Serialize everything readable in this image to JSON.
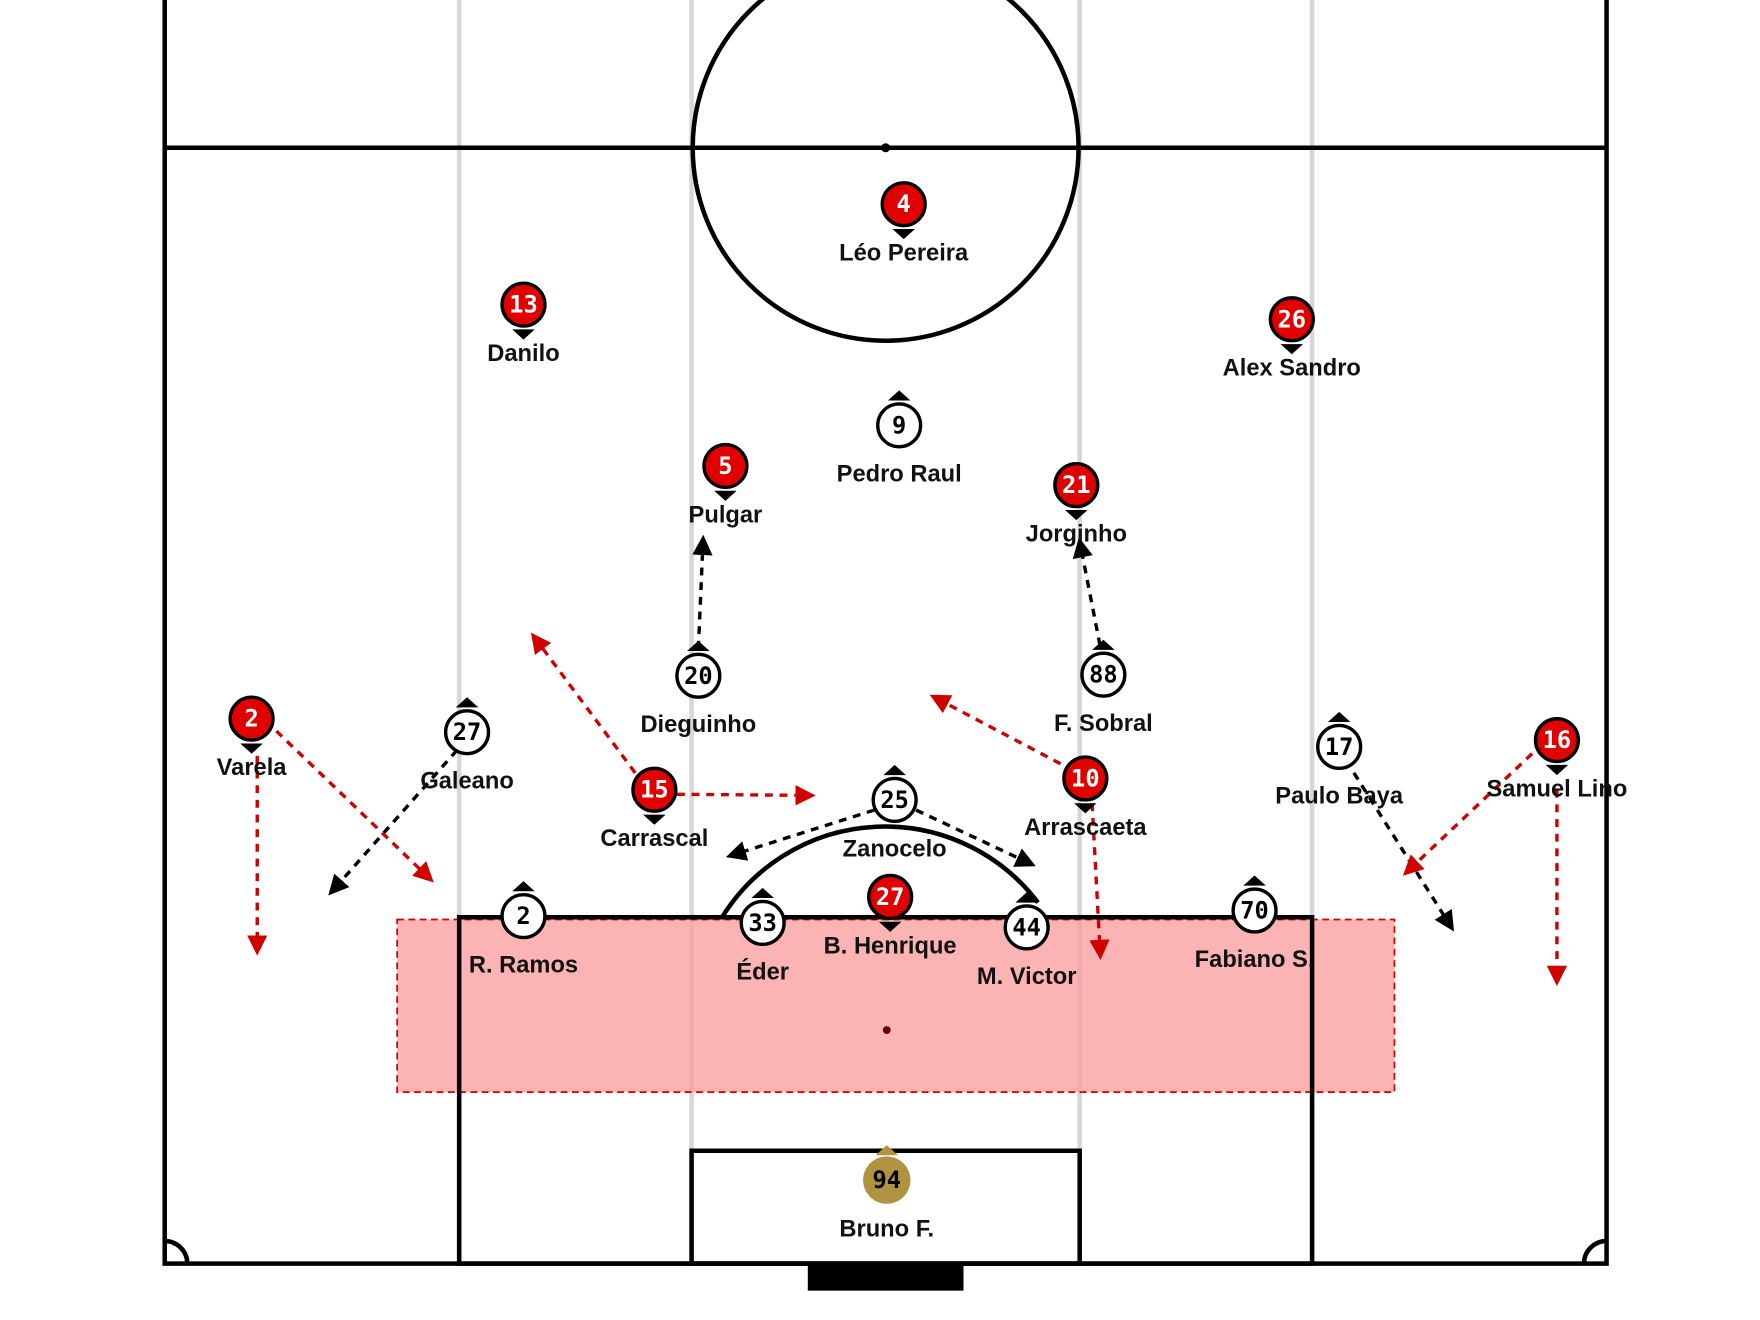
{
  "colors": {
    "home": "#e00000",
    "away": "#ffffff",
    "keeper": "#b09340",
    "zone": "#fdb0b0",
    "run_home": "#d00000",
    "run_away": "#000000"
  },
  "home_players": [
    {
      "num": "4",
      "name": "Léo Pereira"
    },
    {
      "num": "13",
      "name": "Danilo"
    },
    {
      "num": "26",
      "name": "Alex Sandro"
    },
    {
      "num": "5",
      "name": "Pulgar"
    },
    {
      "num": "21",
      "name": "Jorginho"
    },
    {
      "num": "2",
      "name": "Varela"
    },
    {
      "num": "15",
      "name": "Carrascal"
    },
    {
      "num": "10",
      "name": "Arrascaeta"
    },
    {
      "num": "16",
      "name": "Samuel Lino"
    },
    {
      "num": "27",
      "name": "B. Henrique"
    }
  ],
  "away_players": [
    {
      "num": "9",
      "name": "Pedro Raul"
    },
    {
      "num": "20",
      "name": "Dieguinho"
    },
    {
      "num": "88",
      "name": "F. Sobral"
    },
    {
      "num": "27",
      "name": "Galeano"
    },
    {
      "num": "25",
      "name": "Zanocelo"
    },
    {
      "num": "17",
      "name": "Paulo Baya"
    },
    {
      "num": "2",
      "name": "R. Ramos"
    },
    {
      "num": "33",
      "name": "Éder"
    },
    {
      "num": "44",
      "name": "M. Victor"
    },
    {
      "num": "70",
      "name": "Fabiano S."
    },
    {
      "num": "94",
      "name": "Bruno F.",
      "keeper": true
    }
  ]
}
